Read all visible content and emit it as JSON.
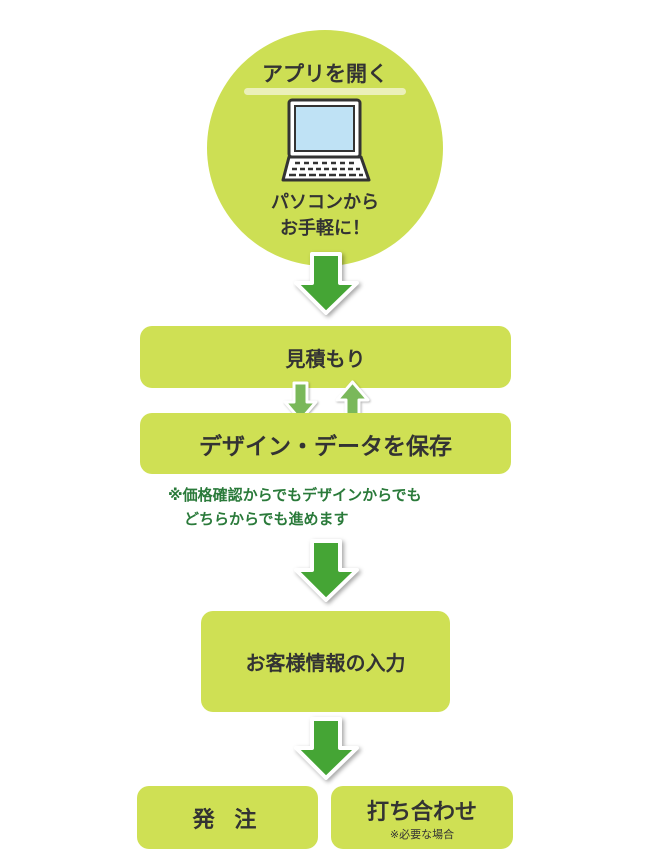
{
  "colors": {
    "box_fill": "#cfe054",
    "circle_fill": "#cddf54",
    "big_arrow": "#45a535",
    "small_arrow": "#7ab85a",
    "note_text": "#2a7a3a",
    "text": "#333333",
    "laptop_screen": "#bfe2f5"
  },
  "start": {
    "title": "アプリを開く",
    "icon": "laptop-icon",
    "line1": "パソコンから",
    "line2": "お手軽に！"
  },
  "steps": {
    "estimate": "見積もり",
    "save_design": "デザイン・データを保存",
    "note_line1": "※価格確認からでもデザインからでも",
    "note_line2": "どちらからでも進めます",
    "customer_info": "お客様情報の入力",
    "order": "発 注",
    "meeting": "打ち合わせ",
    "meeting_note": "※必要な場合"
  },
  "arrows": {
    "down_big": "arrow-down-icon",
    "down_small": "arrow-down-icon",
    "up_small": "arrow-up-icon"
  }
}
